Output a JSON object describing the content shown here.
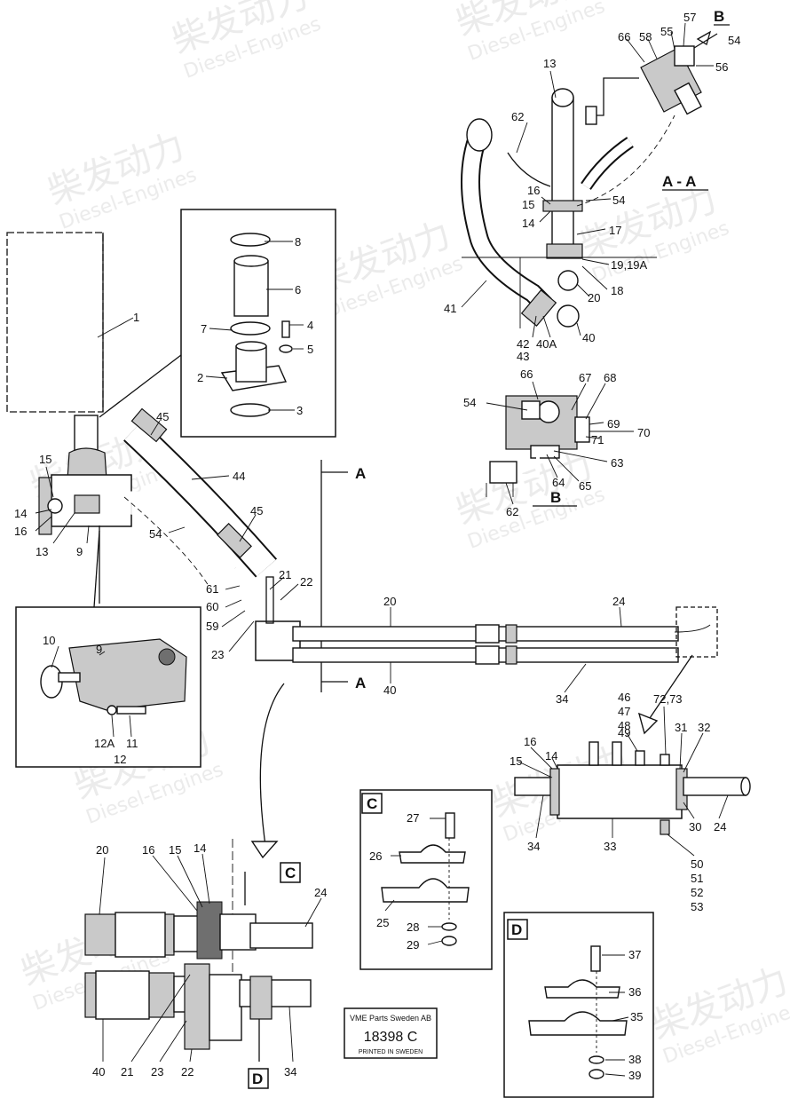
{
  "watermark": {
    "cn": "柴发动力",
    "en": "Diesel-Engines"
  },
  "section_marks": {
    "A": "A",
    "AA": "A - A",
    "B": "B",
    "C": "C",
    "D": "D"
  },
  "stamp": {
    "company": "VME Parts Sweden AB",
    "number": "18398 C",
    "printed": "PRINTED IN SWEDEN"
  },
  "callouts": {
    "n1": "1",
    "n2": "2",
    "n3": "3",
    "n4": "4",
    "n5": "5",
    "n6": "6",
    "n7": "7",
    "n8": "8",
    "n9": "9",
    "n9b": "9",
    "n10": "10",
    "n11": "11",
    "n12": "12",
    "n12a": "12A",
    "n13": "13",
    "n13b": "13",
    "n14": "14",
    "n14b": "14",
    "n14c": "14",
    "n14d": "14",
    "n15": "15",
    "n15b": "15",
    "n15c": "15",
    "n15d": "15",
    "n16": "16",
    "n16b": "16",
    "n16c": "16",
    "n16d": "16",
    "n17": "17",
    "n18": "18",
    "n1919a": "19,19A",
    "n20": "20",
    "n20b": "20",
    "n20c": "20",
    "n21": "21",
    "n21b": "21",
    "n22": "22",
    "n22b": "22",
    "n23": "23",
    "n23b": "23",
    "n24": "24",
    "n24b": "24",
    "n24c": "24",
    "n25": "25",
    "n26": "26",
    "n27": "27",
    "n28": "28",
    "n29": "29",
    "n30": "30",
    "n31": "31",
    "n32": "32",
    "n33": "33",
    "n34": "34",
    "n34b": "34",
    "n34c": "34",
    "n35": "35",
    "n36": "36",
    "n37": "37",
    "n38": "38",
    "n39": "39",
    "n40": "40",
    "n40b": "40",
    "n40c": "40",
    "n40a": "40A",
    "n41": "41",
    "n42": "42",
    "n43": "43",
    "n44": "44",
    "n45": "45",
    "n45b": "45",
    "n46": "46",
    "n47": "47",
    "n48": "48",
    "n49": "49",
    "n50": "50",
    "n51": "51",
    "n52": "52",
    "n53": "53",
    "n54": "54",
    "n54b": "54",
    "n54c": "54",
    "n54d": "54",
    "n55": "55",
    "n56": "56",
    "n57": "57",
    "n58": "58",
    "n59": "59",
    "n60": "60",
    "n61": "61",
    "n62": "62",
    "n62b": "62",
    "n63": "63",
    "n64": "64",
    "n65": "65",
    "n66": "66",
    "n66b": "66",
    "n67": "67",
    "n68": "68",
    "n69": "69",
    "n70": "70",
    "n71": "71",
    "n7273": "72,73"
  }
}
